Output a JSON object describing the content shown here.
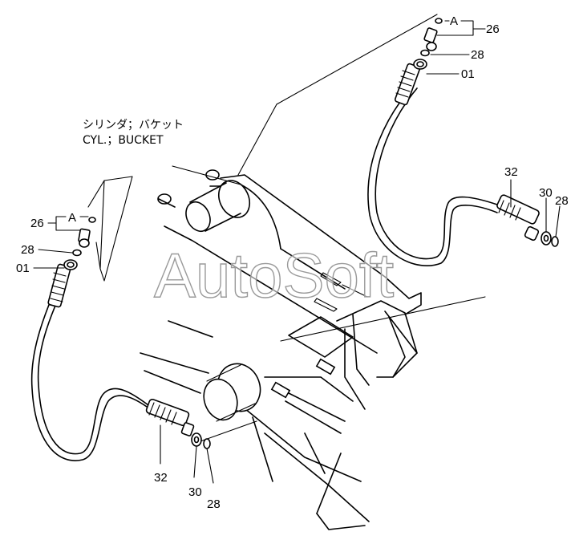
{
  "title": {
    "line1": "シリンダ；バケット",
    "line2": "CYL.；BUCKET"
  },
  "watermark": "AutoSoft",
  "labels": {
    "left_26": "26",
    "left_A": "A",
    "left_28": "28",
    "left_01": "01",
    "left_32": "32",
    "left_30": "30",
    "left_28b": "28",
    "right_A": "A",
    "right_26": "26",
    "right_28": "28",
    "right_01": "01",
    "right_32": "32",
    "right_30": "30",
    "right_28b": "28"
  }
}
